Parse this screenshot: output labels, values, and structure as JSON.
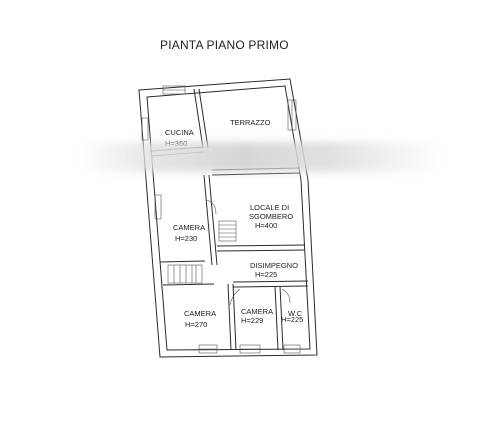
{
  "title": "PIANTA PIANO PRIMO",
  "rooms": {
    "cucina": {
      "name": "CUCINA",
      "height": "H=360"
    },
    "terrazzo": {
      "name": "TERRAZZO"
    },
    "camera_left": {
      "name": "CAMERA",
      "height": "H=230"
    },
    "locale": {
      "name_line1": "LOCALE DI",
      "name_line2": "SGOMBERO",
      "height": "H=400"
    },
    "disimpegno": {
      "name": "DISIMPEGNO",
      "height": "H=225"
    },
    "camera_bottom": {
      "name": "CAMERA",
      "height": "H=270"
    },
    "camera_mid": {
      "name": "CAMERA",
      "height": "H=229"
    },
    "wc": {
      "name": "W.C",
      "height": "H=225"
    }
  }
}
